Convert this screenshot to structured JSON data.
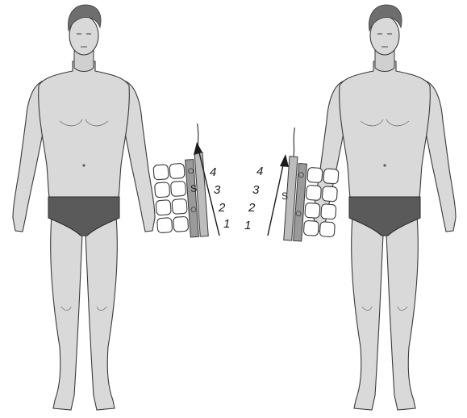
{
  "figure": {
    "left_panel": {
      "sequence_labels": [
        "4",
        "3",
        "2",
        "1"
      ],
      "sensor_label": "S"
    },
    "right_panel": {
      "sequence_labels": [
        "4",
        "3",
        "2",
        "1"
      ],
      "sensor_label": "S"
    }
  },
  "colors": {
    "skin": "#d9d9d9",
    "skin_shadow": "#c4c4c4",
    "outline": "#3a3a3a",
    "underwear": "#5a5a5a",
    "hair": "#6e6e6e",
    "electrode": "#ffffff",
    "brace": "#9a9a9a"
  }
}
